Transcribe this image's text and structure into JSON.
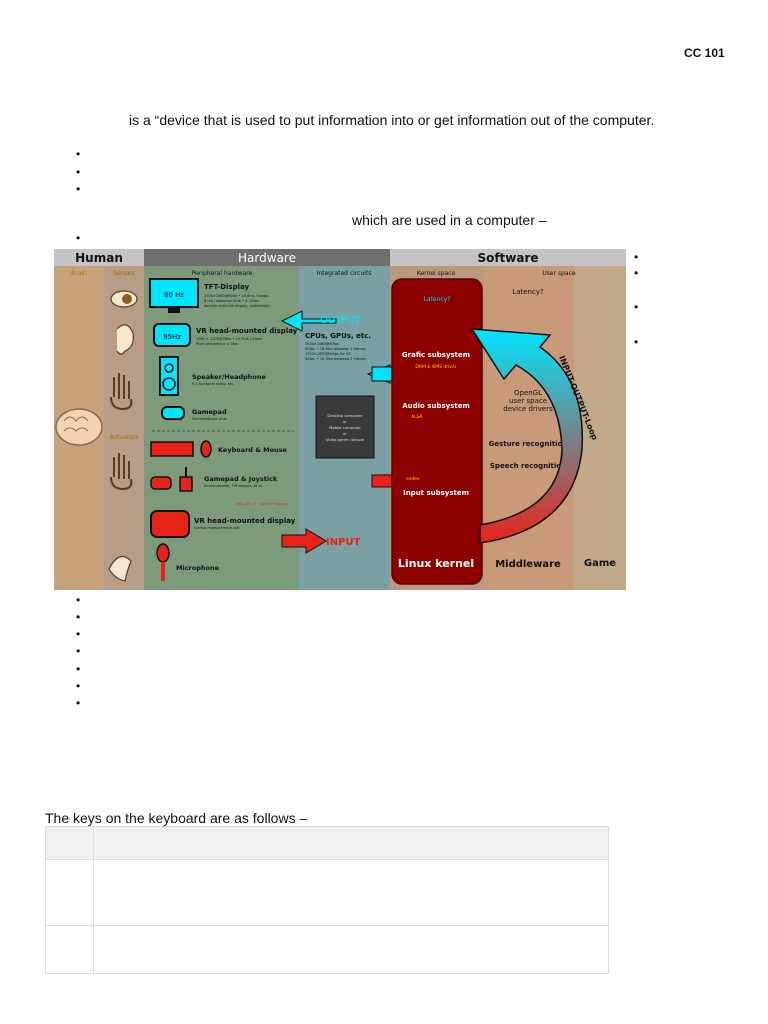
{
  "header": {
    "course_code": "CC 101"
  },
  "body": {
    "intro_text": "is a “device that is used to put information into or get information out of the computer.",
    "devices_text": "which are used in a computer –",
    "keyboard_text": "The keys on the keyboard are as follows –"
  },
  "figure": {
    "col_human": "Human",
    "col_hardware": "Hardware",
    "col_software": "Software",
    "sub_brain": "Brain",
    "sub_senses": "Senses",
    "sub_actuators": "Actuators",
    "sub_peripheral": "Peripheral hardware",
    "sub_integrated": "Integrated circuits",
    "sub_kernel": "Kernel space",
    "sub_user": "User space",
    "hz60": "60 Hz",
    "tft": "TFT-Display",
    "tft_note": "1920×1080@60Hz • 16,6ms / frame",
    "tft_note2": "8 ms / response time • 4–10ms",
    "tft_note3": "Sample-and-hold display, problematic",
    "hz95": "95Hz",
    "vr_out": "VR head-mounted display",
    "vr_out_note": "1080 × 1200@95Hz • 10,5ms / frame",
    "vr_out_note2": "Pixel persistence ≤ 3ms",
    "speaker": "Speaker/Headphone",
    "speaker_note": "5.1 Surround audio, etc.",
    "gamepad": "Gamepad",
    "gamepad_note": "Forcefeedback et al.",
    "kbd": "Keyboard & Mouse",
    "joystick": "Gamepad & Joystick",
    "joystick_note": "Accelerometer, Tilt sensors, et al.",
    "lat_note": "max CPU → ~20ms → latency",
    "vr_in": "VR head-mounted display",
    "vr_in_note": "Inertial measurement unit",
    "mic": "Microphone",
    "output": "OUTPUT",
    "input": "INPUT",
    "cpus": "CPUs, GPUs, etc.",
    "cpus_note": "1920×1080@60fps",
    "cpus_note2": "60fps → 16,6ms between 2 frames",
    "cpus_note3": "1920×1080@90fps for VR",
    "cpus_note4": "90fps → 10,5ms between 2 frames",
    "box_line1": "Desktop computer",
    "box_or": "or",
    "box_line2": "Mobile computer",
    "box_line3": "Video game console",
    "latency_k": "Latency?",
    "grafic": "Grafic subsystem",
    "drm": "DRM & KMS driver",
    "audio": "Audio subsystem",
    "alsa": "ALSA",
    "evdev": "evdev",
    "input_sub": "Input subsystem",
    "linux": "Linux kernel",
    "latency_u": "Latency?",
    "opengl": "OpenGL",
    "user_space": "user space",
    "drivers": "device drivers",
    "gesture": "Gesture recognition",
    "speech": "Speech recognition",
    "middleware": "Middleware",
    "game": "Game",
    "loop": "INPUT-OUTPUT-Loop"
  },
  "colors": {
    "human_bg": "#c8a27a",
    "hardware_bg": "#7d9b7a",
    "integrated_bg": "#7aa0a4",
    "kernel_bg": "#8c0000",
    "user_bg": "#c89a7a",
    "cyan": "#00e5ff",
    "red": "#e8231a"
  }
}
